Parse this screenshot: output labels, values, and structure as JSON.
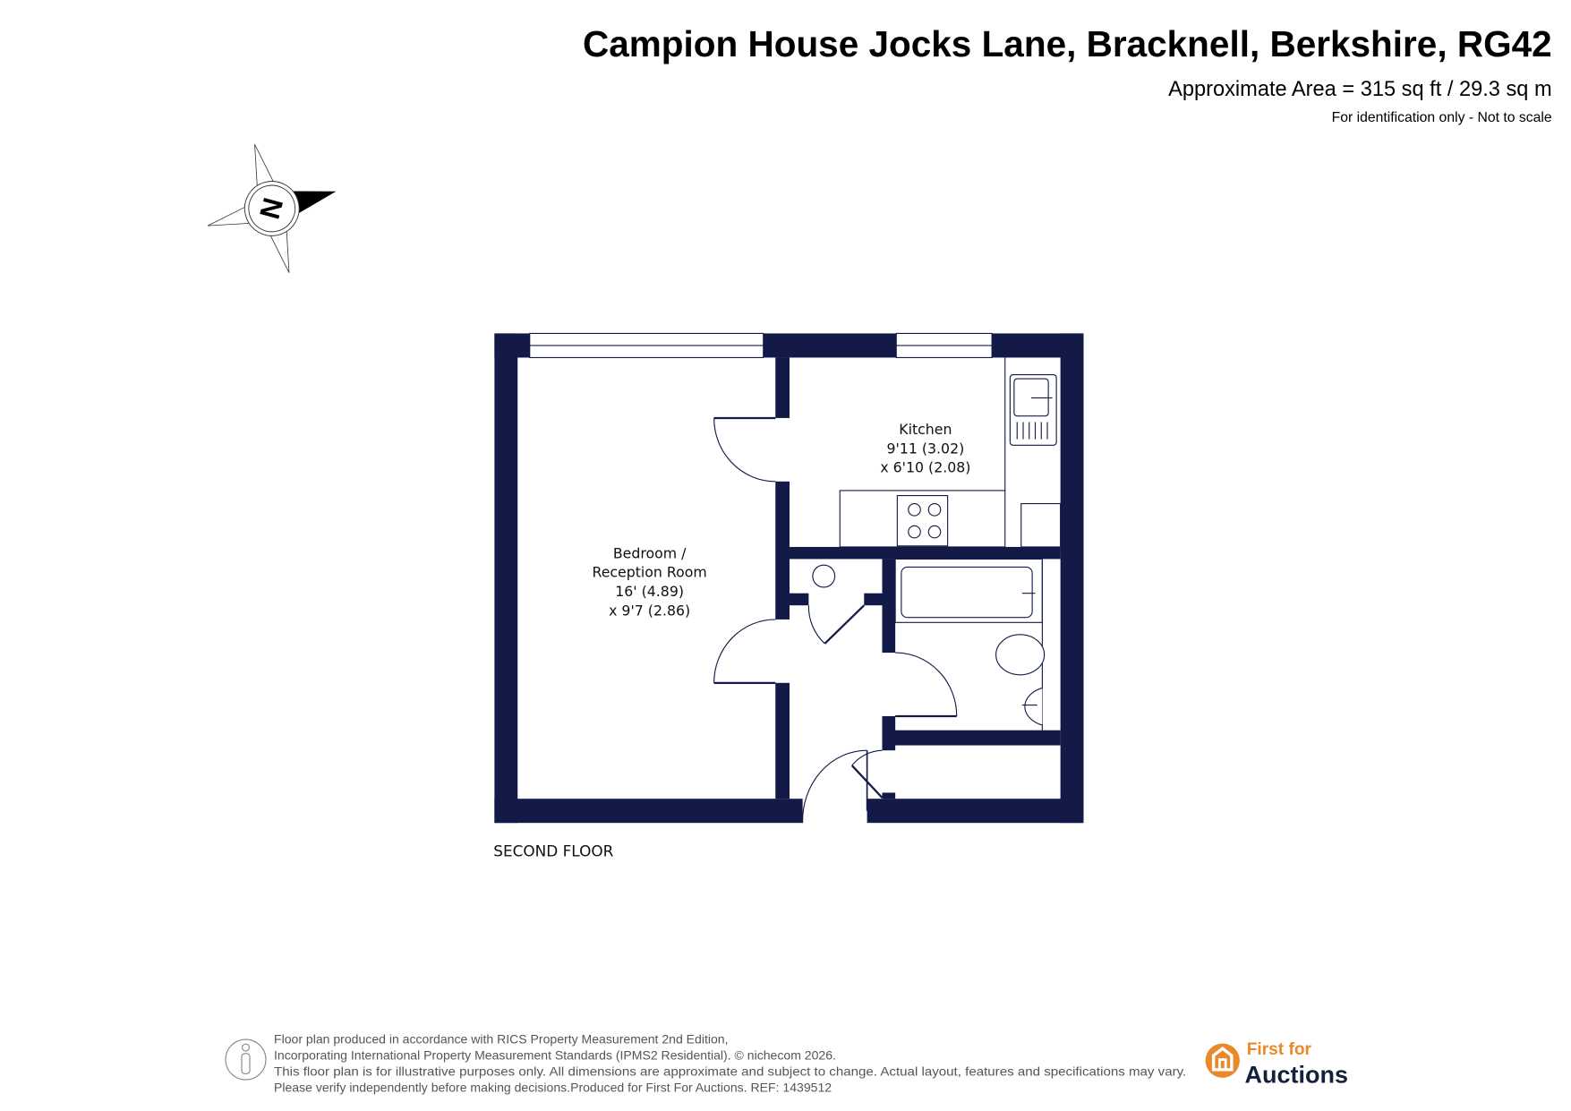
{
  "header": {
    "title": "Campion House Jocks Lane, Bracknell, Berkshire, RG42",
    "area": "Approximate Area = 315 sq ft / 29.3 sq m",
    "note": "For identification only - Not to scale"
  },
  "compass": {
    "label": "N"
  },
  "rooms": {
    "bedroom": {
      "name_line1": "Bedroom /",
      "name_line2": "Reception Room",
      "dim1": "16' (4.89)",
      "dim2": "x 9'7 (2.86)"
    },
    "kitchen": {
      "name": "Kitchen",
      "dim1": "9'11 (3.02)",
      "dim2": "x 6'10 (2.08)"
    }
  },
  "floor_label": "SECOND FLOOR",
  "footer": {
    "lines": [
      "Floor plan produced in accordance with RICS Property Measurement 2nd Edition,",
      "Incorporating International Property Measurement Standards (IPMS2 Residential).   © nichecom 2026.",
      "This floor plan is for illustrative purposes only. All dimensions are approximate and subject to change. Actual layout, features and specifications may vary.",
      "Please verify independently before making decisions.Produced for First For Auctions.   REF:  1439512"
    ]
  },
  "logo": {
    "line1": "First for",
    "line2": "Auctions",
    "orange": "#e8892a",
    "navy": "#14213d"
  },
  "colors": {
    "wall": "#131a48"
  }
}
